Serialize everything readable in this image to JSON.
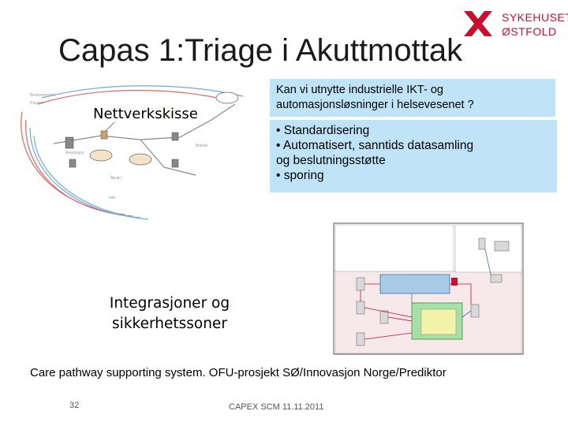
{
  "logo": {
    "line1": "SYKEHUSET",
    "line2": "ØSTFOLD",
    "brand_color": "#c8102e"
  },
  "title": "Capas 1:Triage i Akuttmottak",
  "network": {
    "label": "Nettverkskisse"
  },
  "question": "Kan vi utnytte industrielle IKT- og automasjonsløsninger i helsevesenet ?",
  "bullets": {
    "b1": "•  Standardisering",
    "b2": "•  Automatisert, sanntids datasamling",
    "b2cont": "og beslutningsstøtte",
    "b3": "•  sporing"
  },
  "integration": {
    "label": "Integrasjoner og sikkerhetssoner"
  },
  "caption": "Care pathway supporting system. OFU-prosjekt SØ/Innovasjon Norge/Prediktor",
  "slide_number": "32",
  "footer": "CAPEX SCM 11.11.2011",
  "colors": {
    "box_bg": "#bfe3f7",
    "accent": "#c8102e"
  }
}
